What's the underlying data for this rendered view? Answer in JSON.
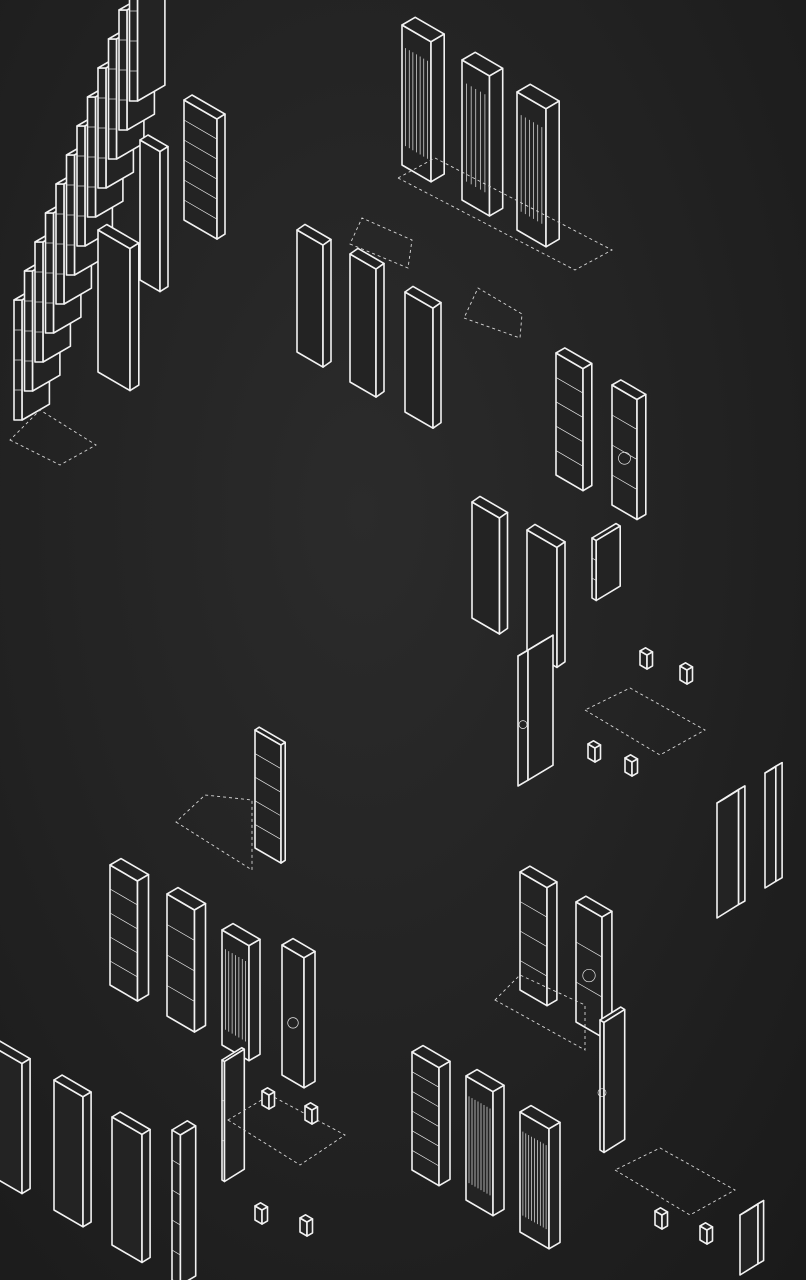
{
  "diagram": {
    "kind": "isometric line drawing of modular cabinet / wardrobe units",
    "colors": {
      "background": "#232323",
      "line": "#f2f2f2"
    },
    "groups": [
      {
        "name": "long-shelving-run"
      },
      {
        "name": "top-wardrobe-trio"
      },
      {
        "name": "closed-panel-trio"
      },
      {
        "name": "right-open-shelving"
      },
      {
        "name": "right-walk-in-closet"
      },
      {
        "name": "far-right-panel-pair"
      },
      {
        "name": "lower-left-open-shelving"
      },
      {
        "name": "lower-left-long-panels"
      },
      {
        "name": "lower-right-wardrobe-assembly"
      }
    ]
  }
}
